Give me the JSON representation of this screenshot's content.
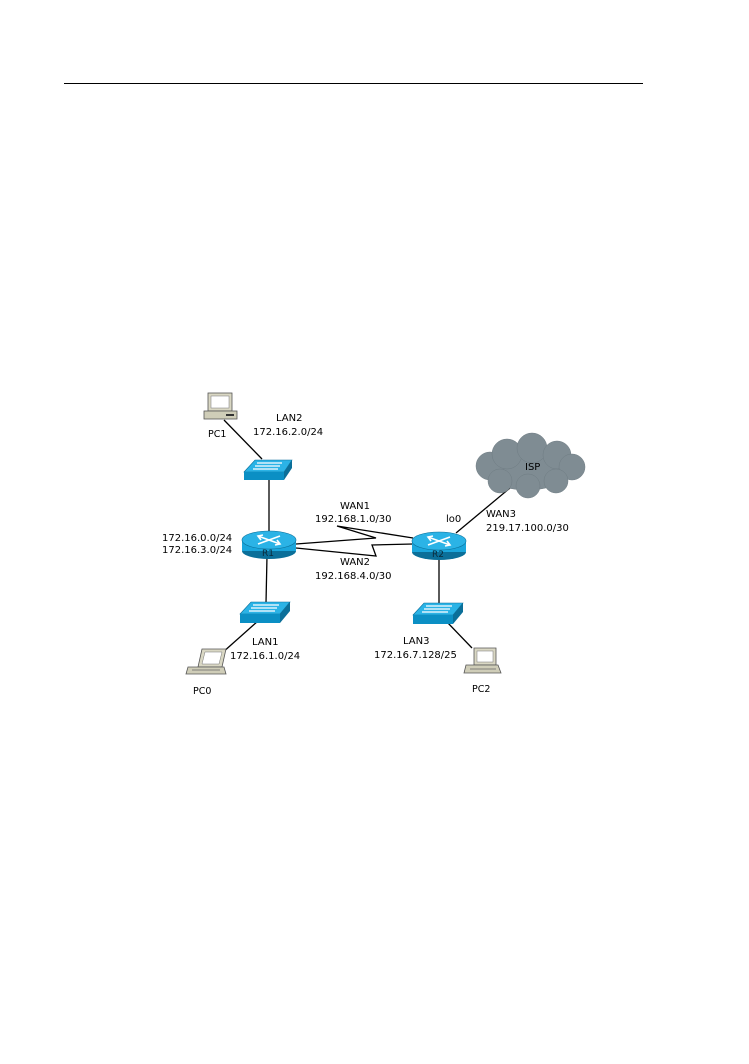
{
  "devices": {
    "pc0": "PC0",
    "pc1": "PC1",
    "pc2": "PC2",
    "r1": "R1",
    "r2": "R2",
    "isp": "ISP"
  },
  "networks": {
    "lan1_name": "LAN1",
    "lan1_addr": "172.16.1.0/24",
    "lan2_name": "LAN2",
    "lan2_addr": "172.16.2.0/24",
    "lan3_name": "LAN3",
    "lan3_addr": "172.16.7.128/25",
    "wan1_name": "WAN1",
    "wan1_addr": "192.168.1.0/30",
    "wan2_name": "WAN2",
    "wan2_addr": "192.168.4.0/30",
    "wan3_name": "WAN3",
    "wan3_addr": "219.17.100.0/30",
    "r1_net_a": "172.16.0.0/24",
    "r1_net_b": "172.16.3.0/24",
    "r2_loopback": "lo0"
  },
  "colors": {
    "device_blue": "#1aa6dc",
    "device_blue_dark": "#0b6f99",
    "cloud_gray": "#7f8c93",
    "pc_beige": "#d9d7c3"
  }
}
